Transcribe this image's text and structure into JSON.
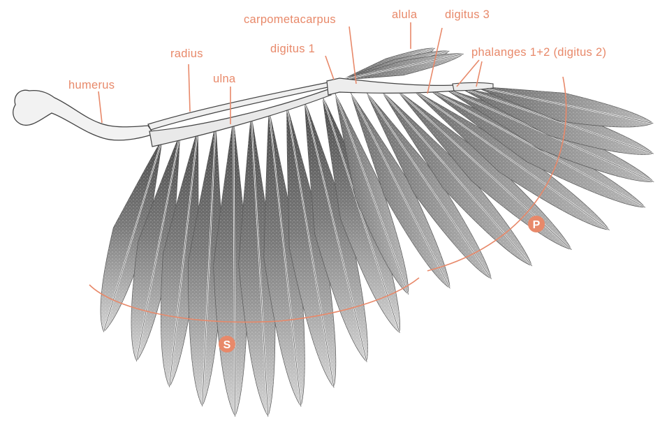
{
  "colors": {
    "label": "#e8896a",
    "ink": "#333333",
    "feather_dark": "#5a5a5a",
    "feather_mid": "#8a8a8a",
    "feather_light": "#c9c9c9",
    "background": "#ffffff"
  },
  "labels": {
    "humerus": "humerus",
    "radius": "radius",
    "ulna": "ulna",
    "carpometacarpus": "carpometacarpus",
    "digitus_1": "digitus 1",
    "alula": "alula",
    "digitus_3": "digitus 3",
    "phalanges": "phalanges 1+2 (digitus 2)"
  },
  "groups": {
    "primaries": "P",
    "secondaries": "S"
  },
  "feather_counts": {
    "primaries": 10,
    "secondaries": 10,
    "alula": 3
  }
}
